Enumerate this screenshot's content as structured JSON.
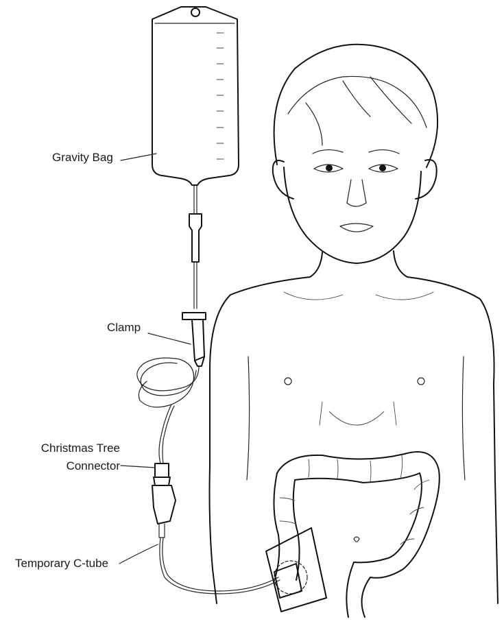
{
  "labels": {
    "gravity_bag": "Gravity Bag",
    "clamp": "Clamp",
    "christmas_tree_line1": "Christmas Tree",
    "christmas_tree_line2": "Connector",
    "temporary_c_tube": "Temporary C-tube"
  },
  "colors": {
    "ink": "#111111",
    "background": "#ffffff"
  }
}
